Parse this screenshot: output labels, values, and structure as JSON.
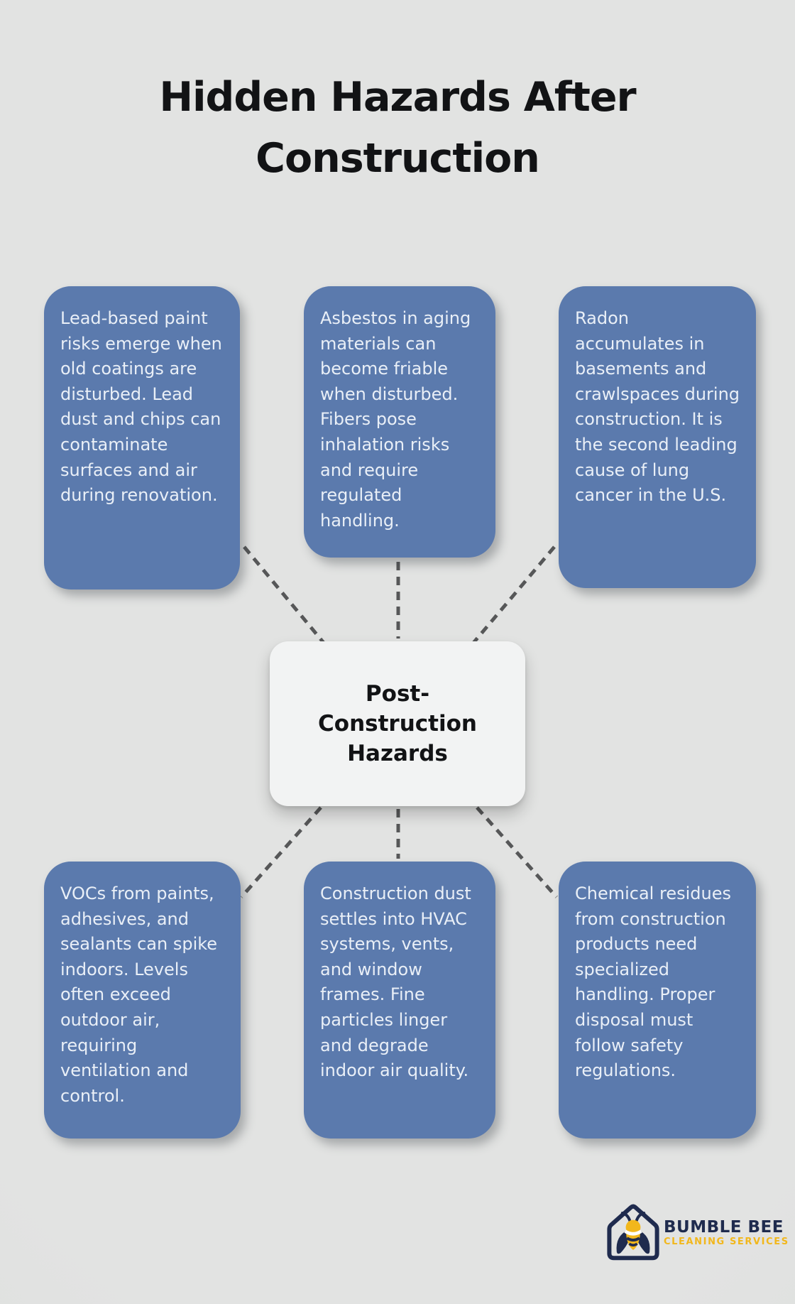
{
  "page": {
    "background": "#e0e1e0"
  },
  "title": {
    "line1": "Hidden Hazards After",
    "line2": "Construction"
  },
  "center_node": {
    "label": "Post-Construction Hazards",
    "lines": [
      "Post-",
      "Construction",
      "Hazards"
    ]
  },
  "hazards": {
    "top": [
      {
        "text": "Lead-based paint risks emerge when old coatings are disturbed. Lead dust and chips can contaminate surfaces and air during renovation."
      },
      {
        "text": "Asbestos in aging materials can become friable when disturbed. Fibers pose inhalation risks and require regulated handling."
      },
      {
        "text": "Radon accumulates in basements and crawlspaces during construction. It is the second leading cause of lung cancer in the U.S."
      }
    ],
    "bottom": [
      {
        "text": "VOCs from paints, adhesives, and sealants can spike indoors. Levels often exceed outdoor air, requiring ventilation and control."
      },
      {
        "text": "Construction dust settles into HVAC systems, vents, and window frames. Fine particles linger and degrade indoor air quality."
      },
      {
        "text": "Chemical residues from construction products need specialized handling. Proper disposal must follow safety regulations."
      }
    ]
  },
  "logo": {
    "brand": "BUMBLE BEE",
    "tagline": "CLEANING SERVICES",
    "icon": "bee-in-house-icon"
  },
  "colors": {
    "node_blue": "#5b7aad",
    "node_text": "#e9eff7",
    "center_bg": "#f2f3f3",
    "text_dark": "#121315",
    "connector_gray": "#565758",
    "logo_navy": "#1f2b4e",
    "logo_yellow": "#f2b71c"
  }
}
